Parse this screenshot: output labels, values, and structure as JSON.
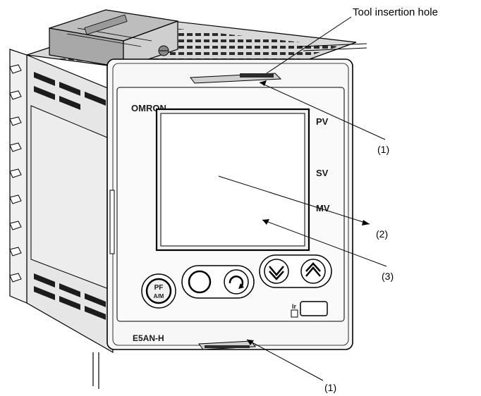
{
  "callouts": {
    "tool_hole": "Tool insertion hole",
    "top_ref": "(1)",
    "bottom_ref": "(1)",
    "display_ref": "(2)",
    "screen_ref": "(3)"
  },
  "panel": {
    "brand": "OMRON",
    "model": "E5AN-H",
    "pv": "PV",
    "sv": "SV",
    "mv": "MV",
    "ir": "Ir",
    "pf_top": "PF",
    "pf_bottom": "A/M"
  },
  "icons": {
    "pf_key": "pf-key-icon",
    "blank_key": "blank-key-icon",
    "mode_key": "mode-cycle-icon",
    "down_key": "down-chevron-icon",
    "up_key": "up-chevron-icon",
    "ir_port": "ir-port-icon"
  }
}
